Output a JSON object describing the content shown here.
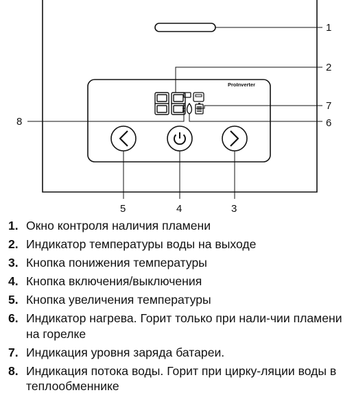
{
  "diagram": {
    "brand": "ProInverter",
    "callouts": [
      "1",
      "2",
      "3",
      "4",
      "5",
      "6",
      "7",
      "8"
    ]
  },
  "legend": [
    {
      "num": "1.",
      "text": "Окно контроля наличия пламени"
    },
    {
      "num": "2.",
      "text": "Индикатор температуры воды на выходе"
    },
    {
      "num": "3.",
      "text": "Кнопка понижения температуры"
    },
    {
      "num": "4.",
      "text": "Кнопка включения/выключения"
    },
    {
      "num": "5.",
      "text": "Кнопка увеличения температуры"
    },
    {
      "num": "6.",
      "text": "Индикатор нагрева. Горит только при нали-чии пламени на горелке"
    },
    {
      "num": "7.",
      "text": "Индикация уровня заряда батареи."
    },
    {
      "num": "8.",
      "text": "Индикация потока воды. Горит при цирку-ляции воды в теплообменнике"
    }
  ],
  "icons": {
    "flame": "flame-icon",
    "battery": "battery-icon",
    "water_flow": "water-flow-icon",
    "decrease": "chevron-left-icon",
    "power": "power-icon",
    "increase": "chevron-right-icon"
  }
}
